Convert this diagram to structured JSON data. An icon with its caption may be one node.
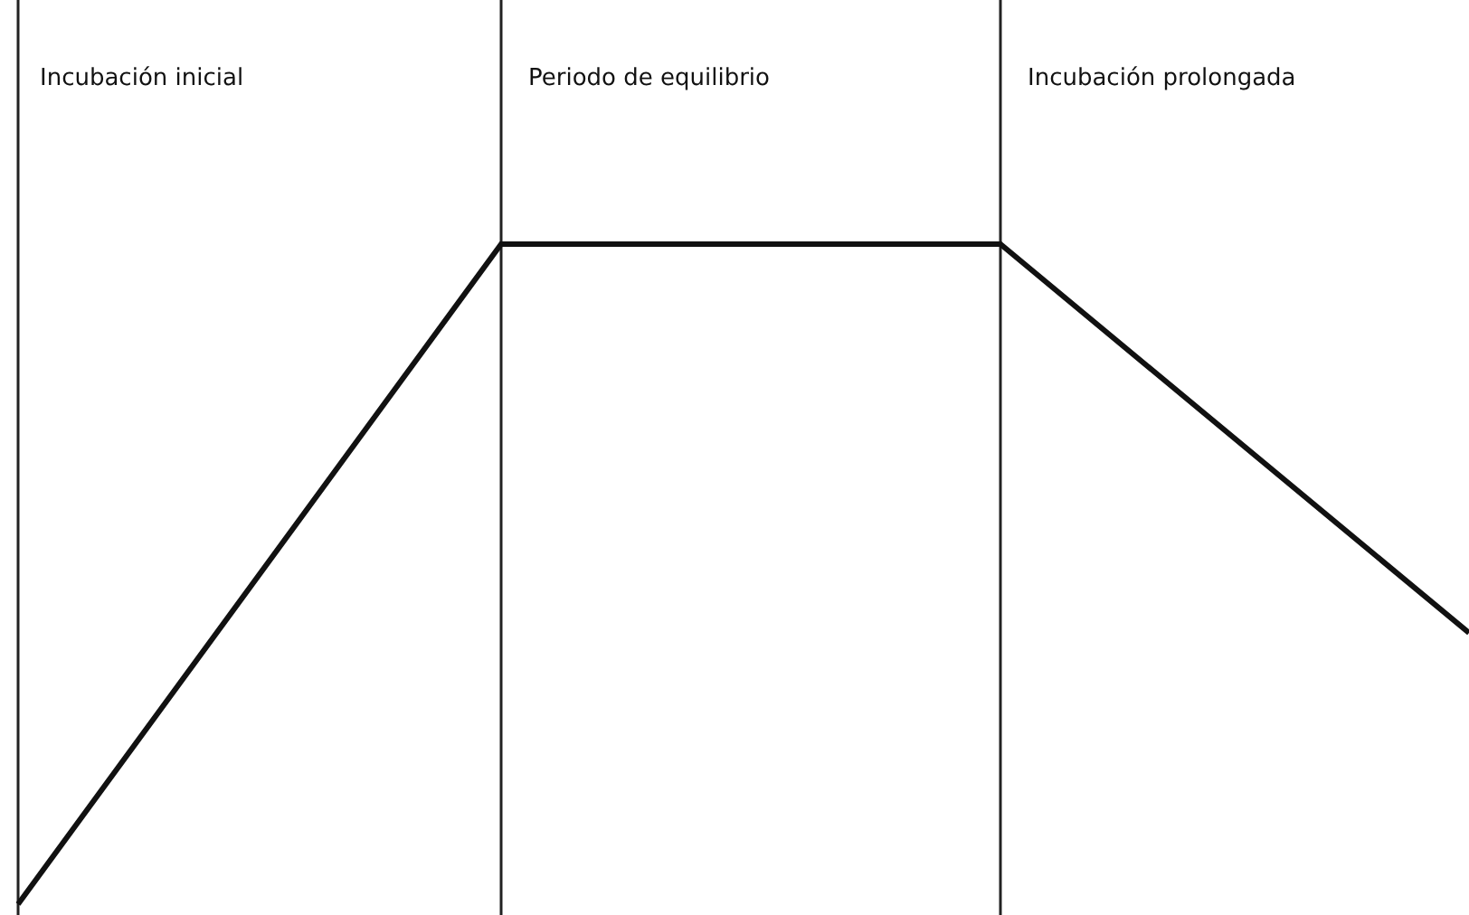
{
  "diagram": {
    "labels": [
      "Incubación inicial",
      "Periodo de equilibrio",
      "Incubación prolongada"
    ]
  }
}
